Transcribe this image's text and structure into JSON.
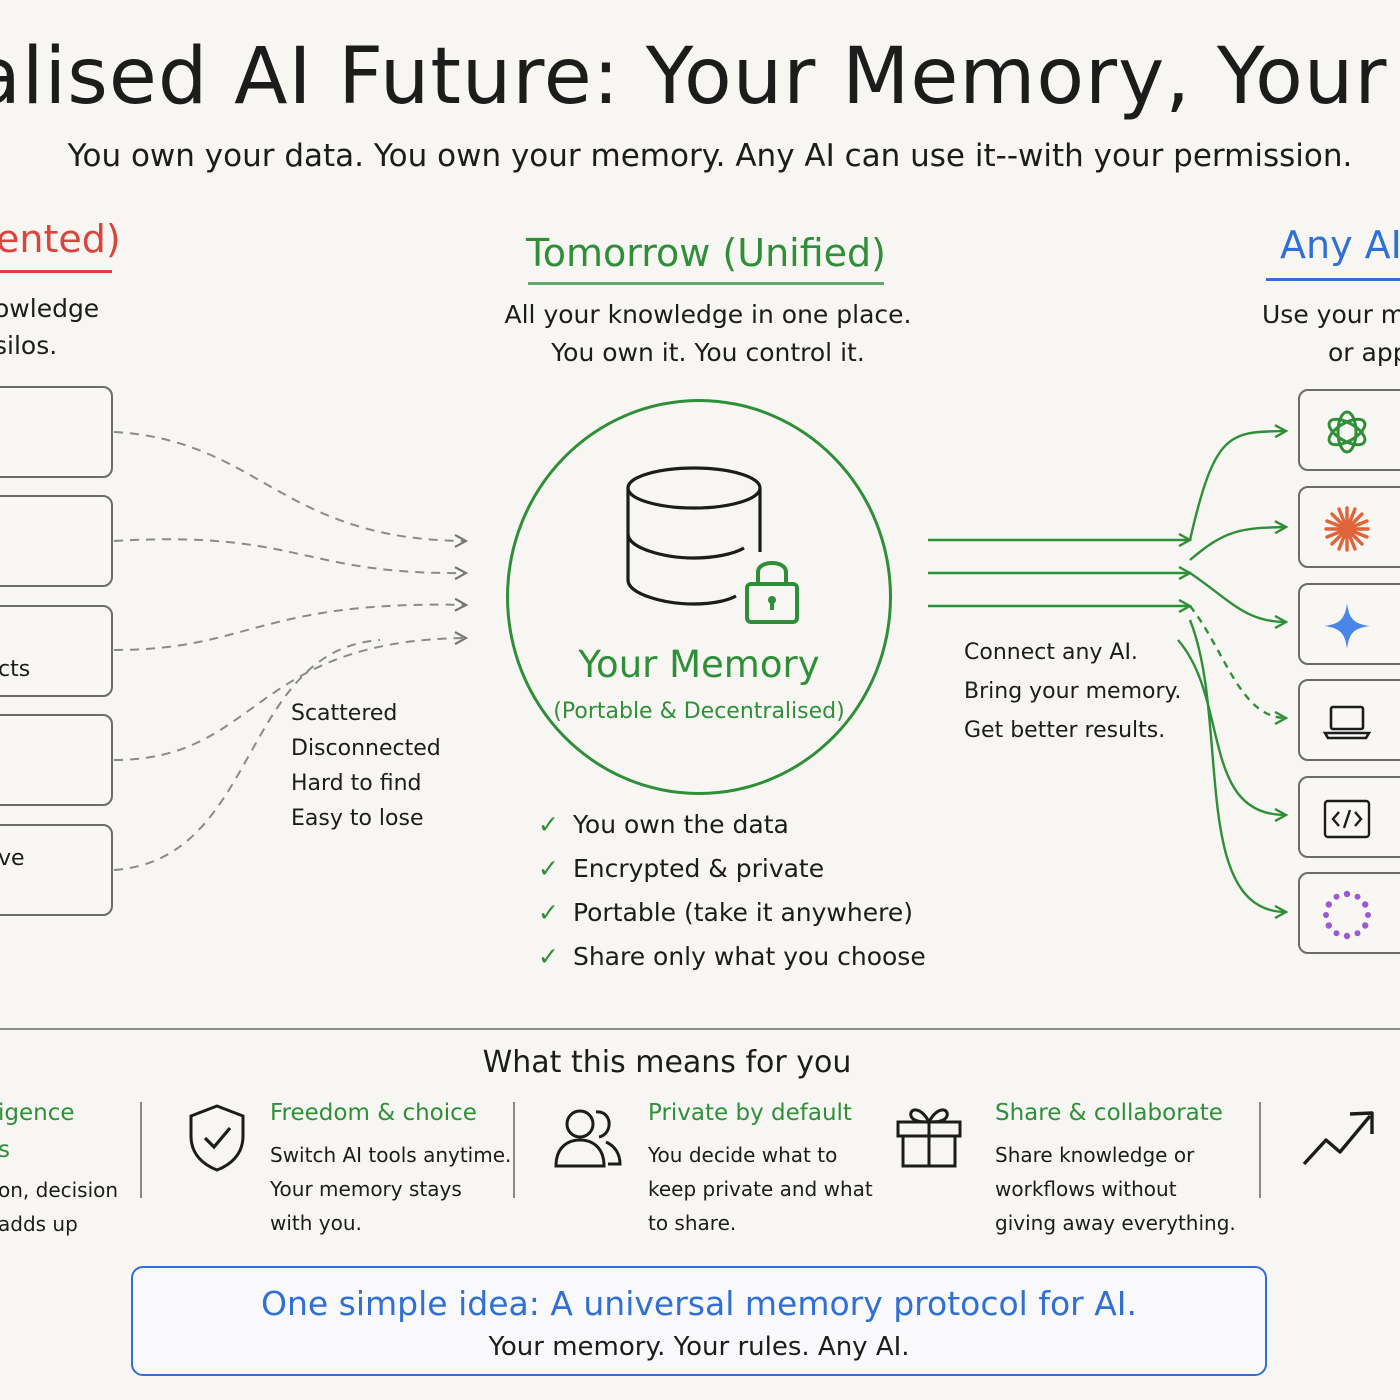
{
  "title": "ralised AI Future: Your Memory, Your Inte",
  "subtitle": "You own your data. You own your memory. Any AI can use it--with your permission.",
  "colors": {
    "red": "#d9453d",
    "green": "#2f8f39",
    "blue": "#2f6fd6",
    "gray": "#6b6b6b"
  },
  "left": {
    "heading": "ented)",
    "desc": [
      "owledge",
      "silos."
    ],
    "boxes": [
      "",
      "",
      "cts",
      "",
      "ve"
    ],
    "notes": [
      "Scattered",
      "Disconnected",
      "Hard to find",
      "Easy to lose"
    ]
  },
  "center": {
    "heading": "Tomorrow (Unified)",
    "desc": [
      "All your knowledge in one place.",
      "You own it. You control it."
    ],
    "memory_title": "Your Memory",
    "memory_sub": "(Portable & Decentralised)",
    "icons": [
      "database-icon",
      "lock-icon"
    ],
    "checks": [
      "You own the data",
      "Encrypted & private",
      "Portable (take it anywhere)",
      "Share only what you choose"
    ]
  },
  "right": {
    "heading": "Any AI",
    "desc": [
      "Use your m",
      "or app"
    ],
    "notes": [
      "Connect any AI.",
      "Bring your memory.",
      "Get better results."
    ],
    "cards": [
      "openai-icon",
      "claude-icon",
      "gemini-icon",
      "laptop-icon",
      "code-icon",
      "dots-ring-icon"
    ]
  },
  "benefits": {
    "heading": "What this means for you",
    "partial": {
      "title": [
        "igence",
        "s"
      ],
      "text": [
        "on, decision",
        "adds up"
      ]
    },
    "items": [
      {
        "icon": "shield-check-icon",
        "title": "Freedom & choice",
        "text": [
          "Switch AI tools anytime.",
          "Your memory stays",
          "with you."
        ]
      },
      {
        "icon": "users-icon",
        "title": "Private by default",
        "text": [
          "You decide what to",
          "keep private and what",
          "to share."
        ]
      },
      {
        "icon": "gift-icon",
        "title": "Share & collaborate",
        "text": [
          "Share knowledge or",
          "workflows without",
          "giving away everything."
        ]
      }
    ],
    "trailing_icon": "trend-up-icon"
  },
  "footer": {
    "main": "One simple idea: A universal memory protocol for AI.",
    "sub": "Your memory. Your rules. Any AI."
  }
}
